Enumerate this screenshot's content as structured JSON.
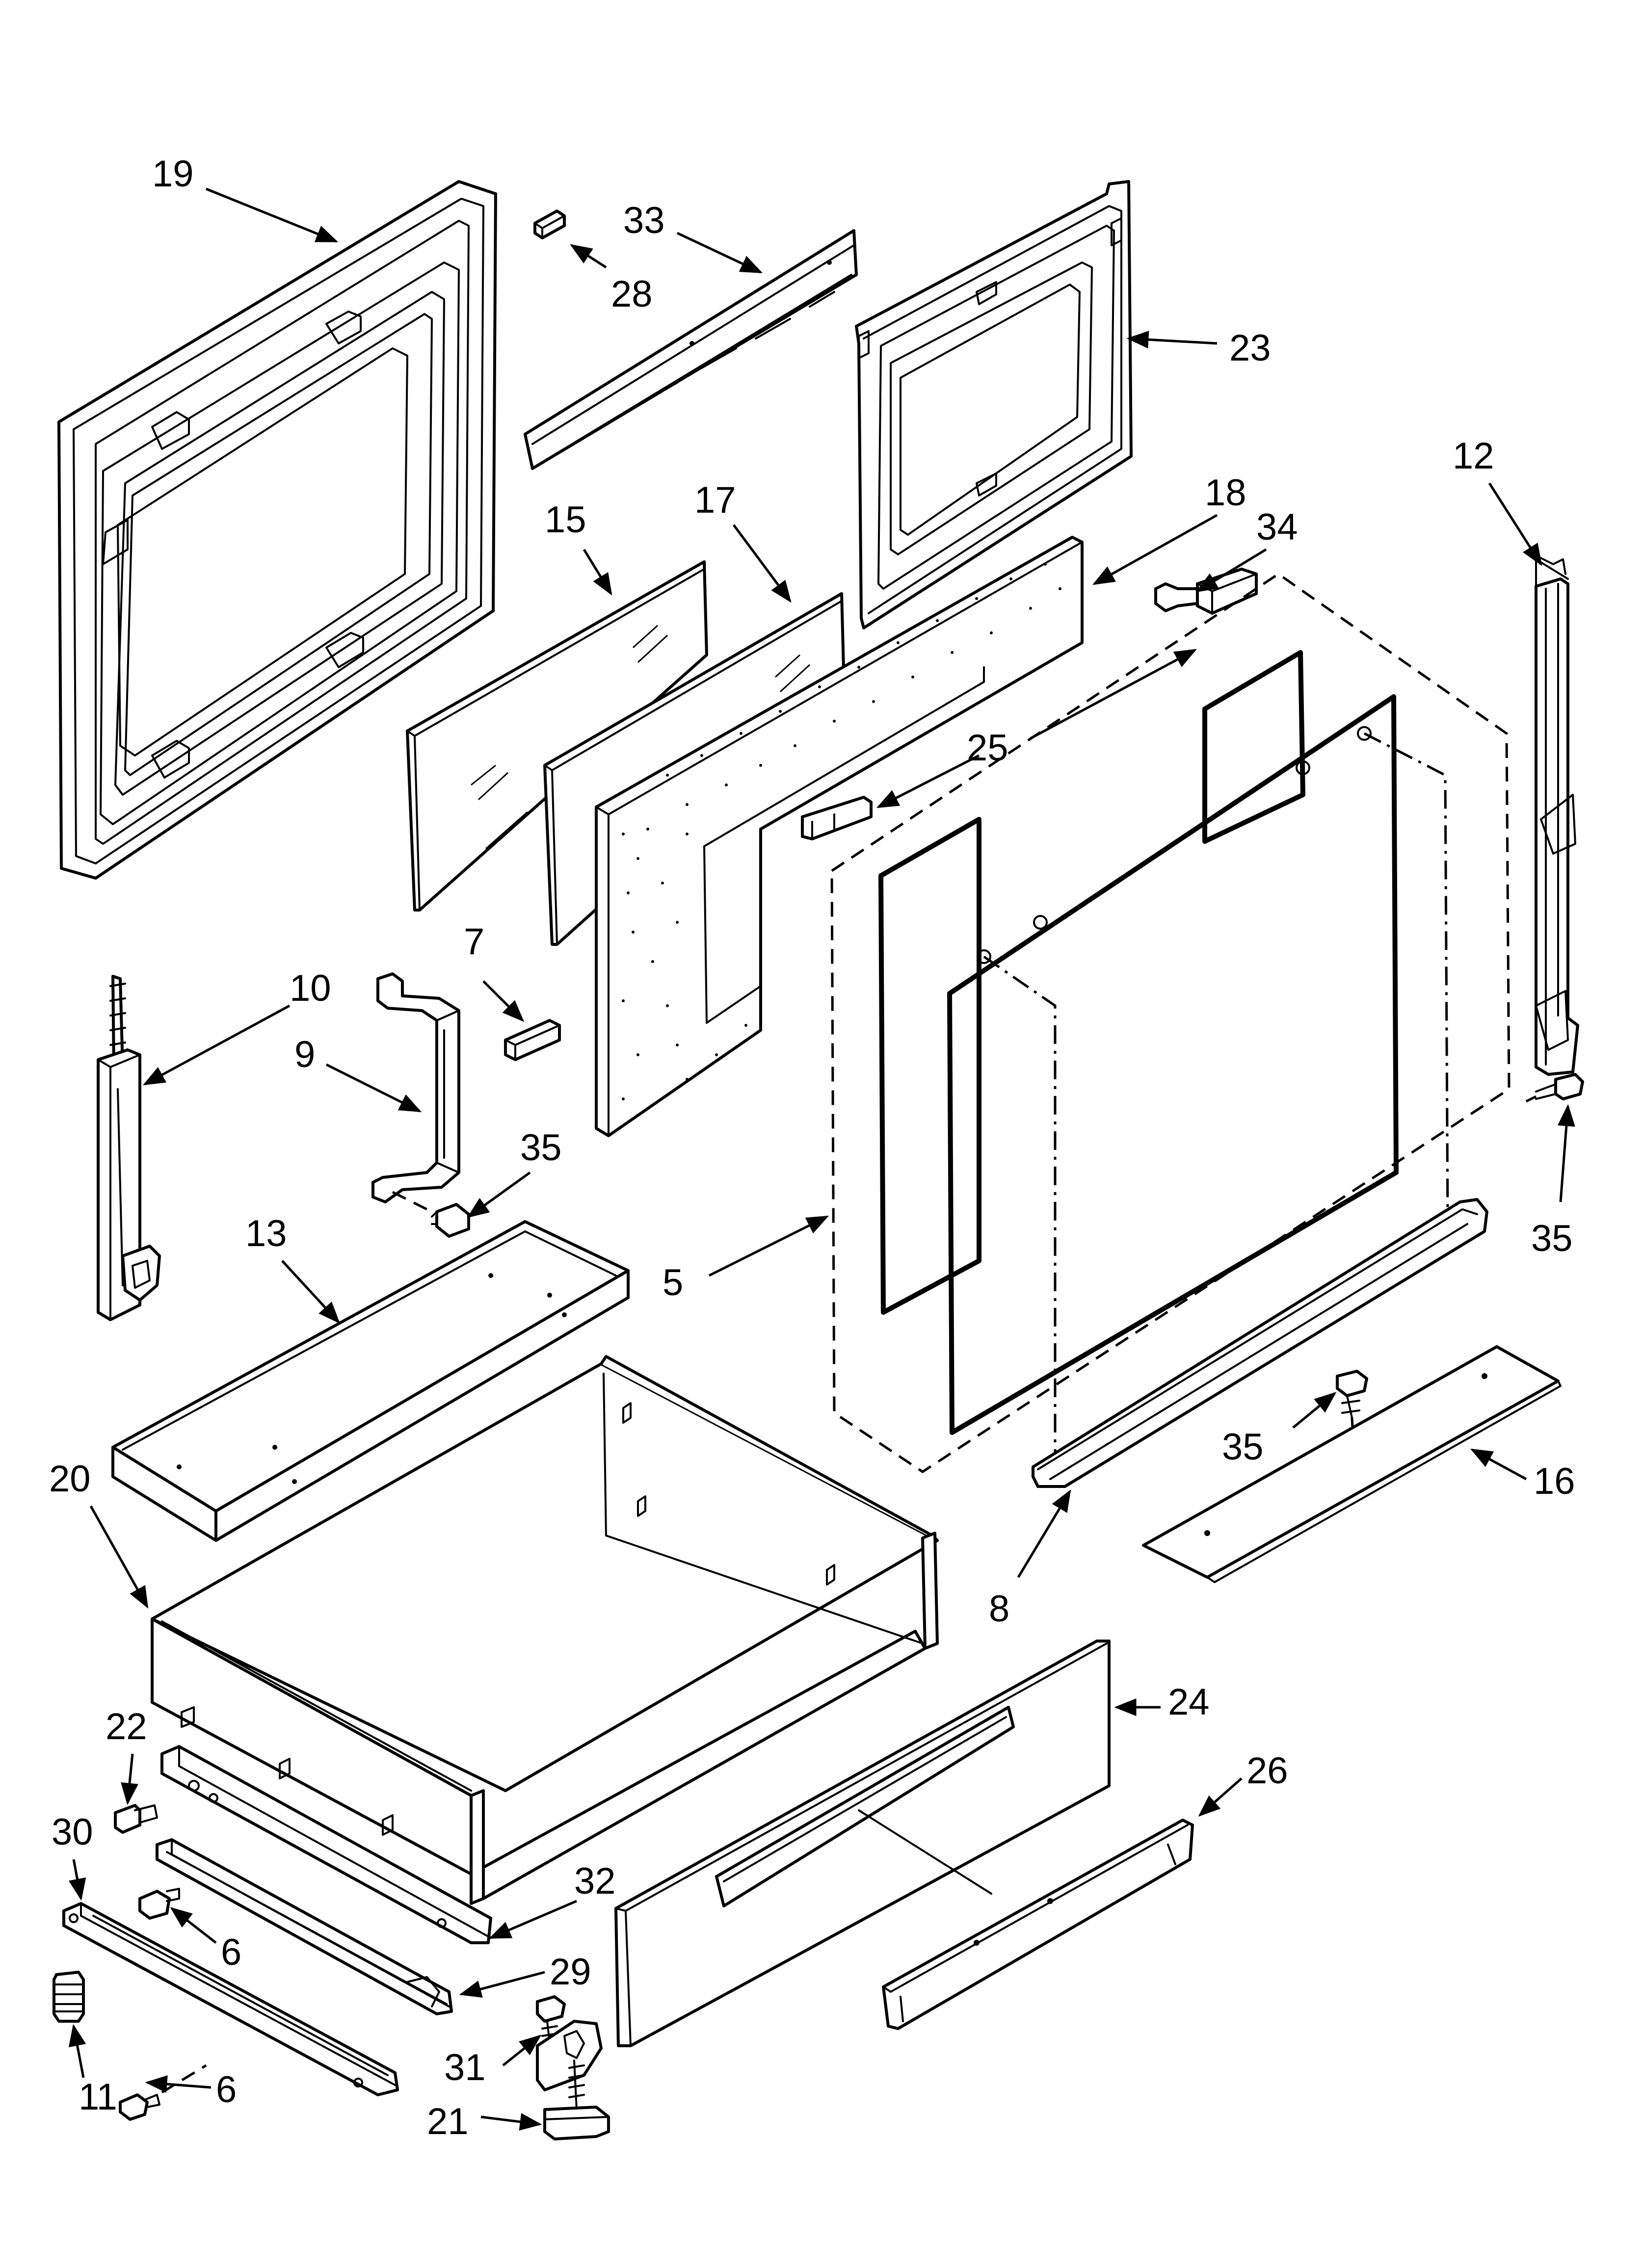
{
  "figure": {
    "type": "exploded-parts-diagram",
    "background": "#ffffff",
    "ink": "#000000"
  },
  "callouts": [
    {
      "id": "c19",
      "label": "19",
      "part": "outer-door-panel"
    },
    {
      "id": "c33",
      "label": "33",
      "part": "top-vent-trim"
    },
    {
      "id": "c28",
      "label": "28",
      "part": "clip"
    },
    {
      "id": "c23",
      "label": "23",
      "part": "inner-door-liner"
    },
    {
      "id": "c12",
      "label": "12",
      "part": "hinge-bracket"
    },
    {
      "id": "c15",
      "label": "15",
      "part": "outer-glass"
    },
    {
      "id": "c17",
      "label": "17",
      "part": "middle-glass"
    },
    {
      "id": "c18",
      "label": "18",
      "part": "insulation"
    },
    {
      "id": "c34",
      "label": "34",
      "part": "hinge-receiver"
    },
    {
      "id": "c25",
      "label": "25",
      "part": "glass-retainer-clip"
    },
    {
      "id": "c7",
      "label": "7",
      "part": "rubber-bumper"
    },
    {
      "id": "c10",
      "label": "10",
      "part": "door-hinge"
    },
    {
      "id": "c9",
      "label": "9",
      "part": "handle-bracket"
    },
    {
      "id": "c35a",
      "label": "35",
      "part": "screw"
    },
    {
      "id": "c13",
      "label": "13",
      "part": "drawer-top-channel"
    },
    {
      "id": "c5",
      "label": "5",
      "part": "door-assembly"
    },
    {
      "id": "c35b",
      "label": "35",
      "part": "screw"
    },
    {
      "id": "c35c",
      "label": "35",
      "part": "screw"
    },
    {
      "id": "c16",
      "label": "16",
      "part": "bottom-trim"
    },
    {
      "id": "c20",
      "label": "20",
      "part": "storage-drawer"
    },
    {
      "id": "c8",
      "label": "8",
      "part": "door-handle"
    },
    {
      "id": "c24",
      "label": "24",
      "part": "drawer-front-panel"
    },
    {
      "id": "c22",
      "label": "22",
      "part": "stop-screw"
    },
    {
      "id": "c26",
      "label": "26",
      "part": "drawer-handle"
    },
    {
      "id": "c30",
      "label": "30",
      "part": "drawer-rail-left"
    },
    {
      "id": "c32",
      "label": "32",
      "part": "drawer-side-support"
    },
    {
      "id": "c6a",
      "label": "6",
      "part": "screw"
    },
    {
      "id": "c29",
      "label": "29",
      "part": "drawer-slide-assembly"
    },
    {
      "id": "c31",
      "label": "31",
      "part": "leveling-leg-screw"
    },
    {
      "id": "c11",
      "label": "11",
      "part": "leveling-leg"
    },
    {
      "id": "c6b",
      "label": "6",
      "part": "screw"
    },
    {
      "id": "c21",
      "label": "21",
      "part": "leveling-foot"
    }
  ]
}
